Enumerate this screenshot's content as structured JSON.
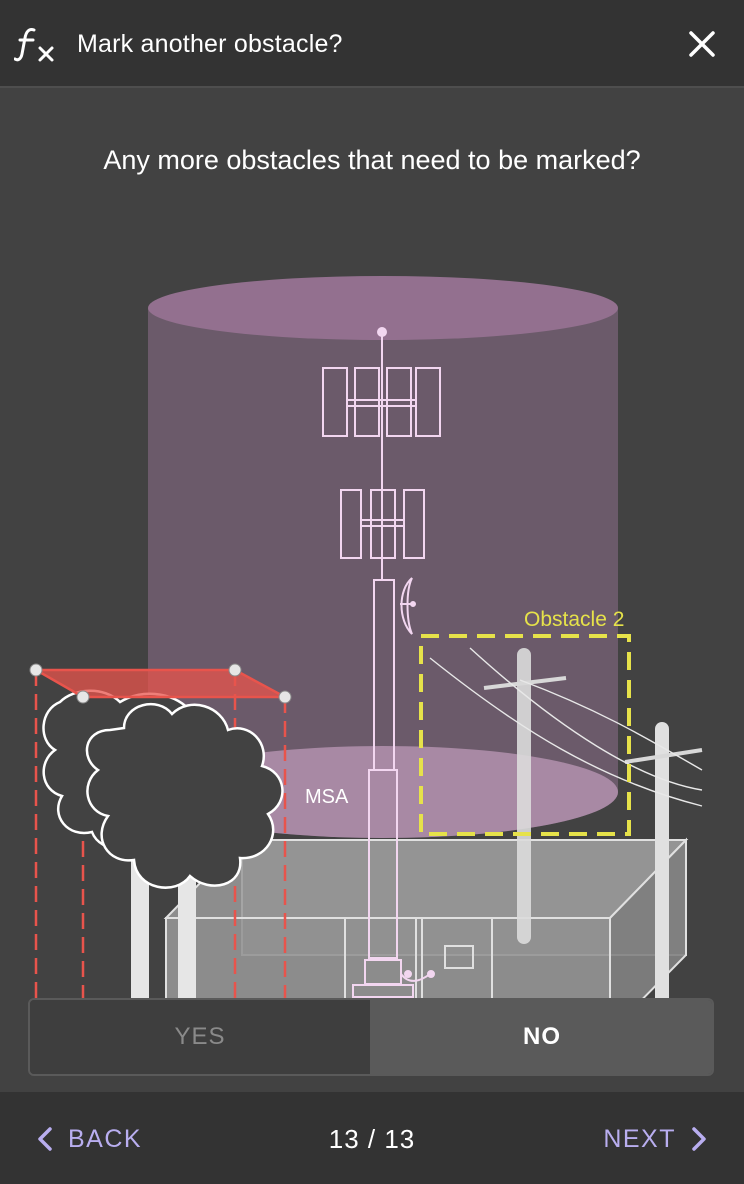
{
  "header": {
    "title": "Mark another obstacle?",
    "icon": "function-fx-icon",
    "close_icon": "close-icon"
  },
  "question": "Any more obstacles that need to be marked?",
  "illustration": {
    "obstacle_label": "Obstacle 2",
    "msa_label": "MSA",
    "colors": {
      "cylinder": "#9a7396",
      "obstacle_highlight": "#e6e24a",
      "tree_box": "#e8544c"
    }
  },
  "choice": {
    "yes_label": "YES",
    "no_label": "NO",
    "selected": "NO"
  },
  "footer": {
    "back_label": "BACK",
    "next_label": "NEXT",
    "page_indicator": "13 / 13"
  },
  "colors": {
    "accent": "#b9aef0",
    "header_bg": "#333333",
    "content_bg": "#424242"
  }
}
